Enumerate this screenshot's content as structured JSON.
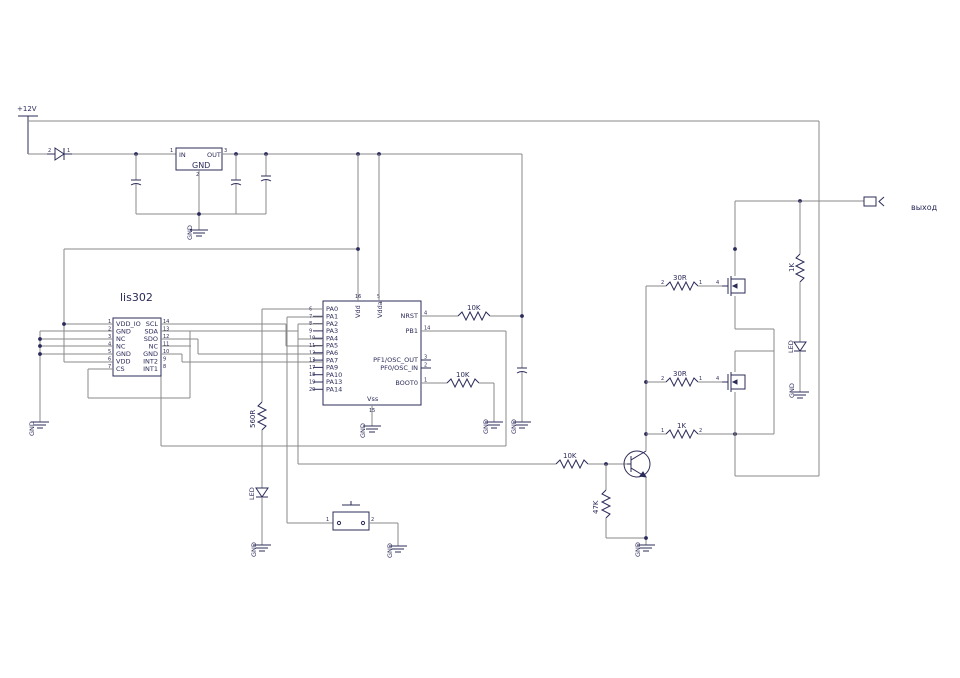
{
  "supply": {
    "label": "+12V"
  },
  "regulator": {
    "in": "IN",
    "out": "OUT",
    "gnd": "GND",
    "pin_in": "1",
    "pin_out": "3",
    "pin_gnd": "2"
  },
  "ground_label": "GND",
  "accel": {
    "title": "lis302",
    "left_pins": [
      "VDD_IO",
      "GND",
      "NC",
      "NC",
      "GND",
      "VDD",
      "CS"
    ],
    "left_nums": [
      "1",
      "2",
      "3",
      "4",
      "5",
      "6",
      "7"
    ],
    "right_pins": [
      "SCL",
      "SDA",
      "SDO",
      "NC",
      "GND",
      "INT2",
      "INT1"
    ],
    "right_nums": [
      "14",
      "13",
      "12",
      "11",
      "10",
      "9",
      "8"
    ]
  },
  "mcu": {
    "top_pins": [
      "Vdd",
      "Vdda"
    ],
    "top_nums": [
      "16",
      "5"
    ],
    "bottom_pin": "Vss",
    "bottom_num": "15",
    "left_pins": [
      "PA0",
      "PA1",
      "PA2",
      "PA3",
      "PA4",
      "PA5",
      "PA6",
      "PA7",
      "PA9",
      "PA10",
      "PA13",
      "PA14"
    ],
    "left_nums": [
      "6",
      "7",
      "8",
      "9",
      "10",
      "11",
      "12",
      "13",
      "17",
      "18",
      "19",
      "20"
    ],
    "right_pins": [
      "NRST",
      "PB1",
      "PF1/OSC_OUT",
      "PF0/OSC_IN",
      "BOOT0"
    ],
    "right_nums": [
      "4",
      "14",
      "3",
      "2",
      "1"
    ]
  },
  "resistors": {
    "nrst": "10K",
    "boot": "10K",
    "led_left": "560R",
    "base": "10K",
    "base_pd": "47K",
    "gate1": "30R",
    "gate2": "30R",
    "pullup": "1K",
    "led_right": "1K"
  },
  "pin_nums": {
    "one": "1",
    "two": "2",
    "three": "3",
    "four": "4"
  },
  "led_label": "LED",
  "output_label": "выход"
}
